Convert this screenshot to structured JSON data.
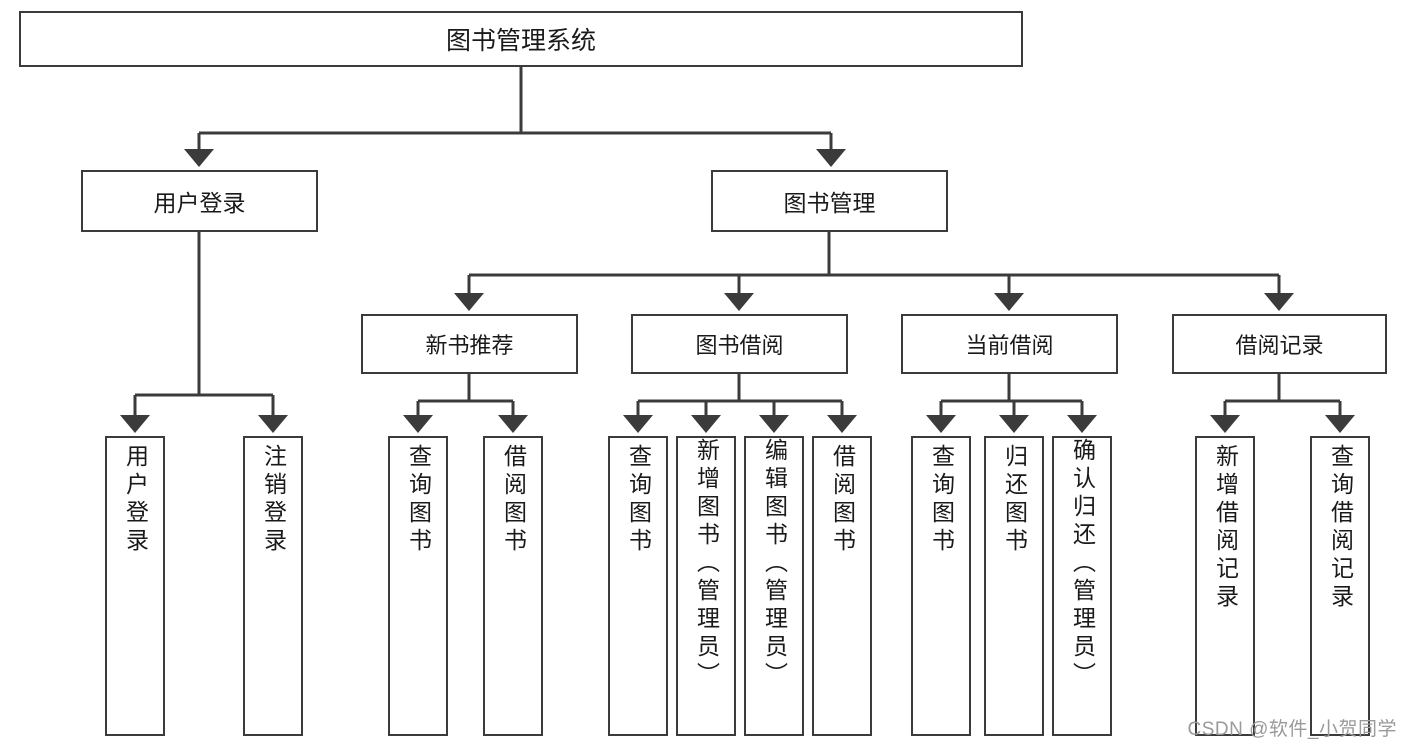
{
  "diagram": {
    "title": "图书管理系统",
    "type": "tree",
    "root": {
      "label": "图书管理系统"
    },
    "level2": [
      {
        "label": "用户登录"
      },
      {
        "label": "图书管理"
      }
    ],
    "level3": [
      {
        "label": "新书推荐"
      },
      {
        "label": "图书借阅"
      },
      {
        "label": "当前借阅"
      },
      {
        "label": "借阅记录"
      }
    ],
    "leaves": [
      {
        "label": "用户登录",
        "parent": "用户登录"
      },
      {
        "label": "注销登录",
        "parent": "用户登录"
      },
      {
        "label": "查询图书",
        "parent": "新书推荐"
      },
      {
        "label": "借阅图书",
        "parent": "新书推荐"
      },
      {
        "label": "查询图书",
        "parent": "图书借阅"
      },
      {
        "label": "新增图书（管理员）",
        "parent": "图书借阅"
      },
      {
        "label": "编辑图书（管理员）",
        "parent": "图书借阅"
      },
      {
        "label": "借阅图书",
        "parent": "图书借阅"
      },
      {
        "label": "查询图书",
        "parent": "当前借阅"
      },
      {
        "label": "归还图书",
        "parent": "当前借阅"
      },
      {
        "label": "确认归还（管理员）",
        "parent": "当前借阅"
      },
      {
        "label": "新增借阅记录",
        "parent": "借阅记录"
      },
      {
        "label": "查询借阅记录",
        "parent": "借阅记录"
      }
    ]
  },
  "watermark": {
    "text": "CSDN @软件_小贺同学"
  },
  "colors": {
    "stroke": "#3b3b3b",
    "background": "#ffffff",
    "text": "#1a1a1a",
    "watermark": "#9a9a9a"
  }
}
